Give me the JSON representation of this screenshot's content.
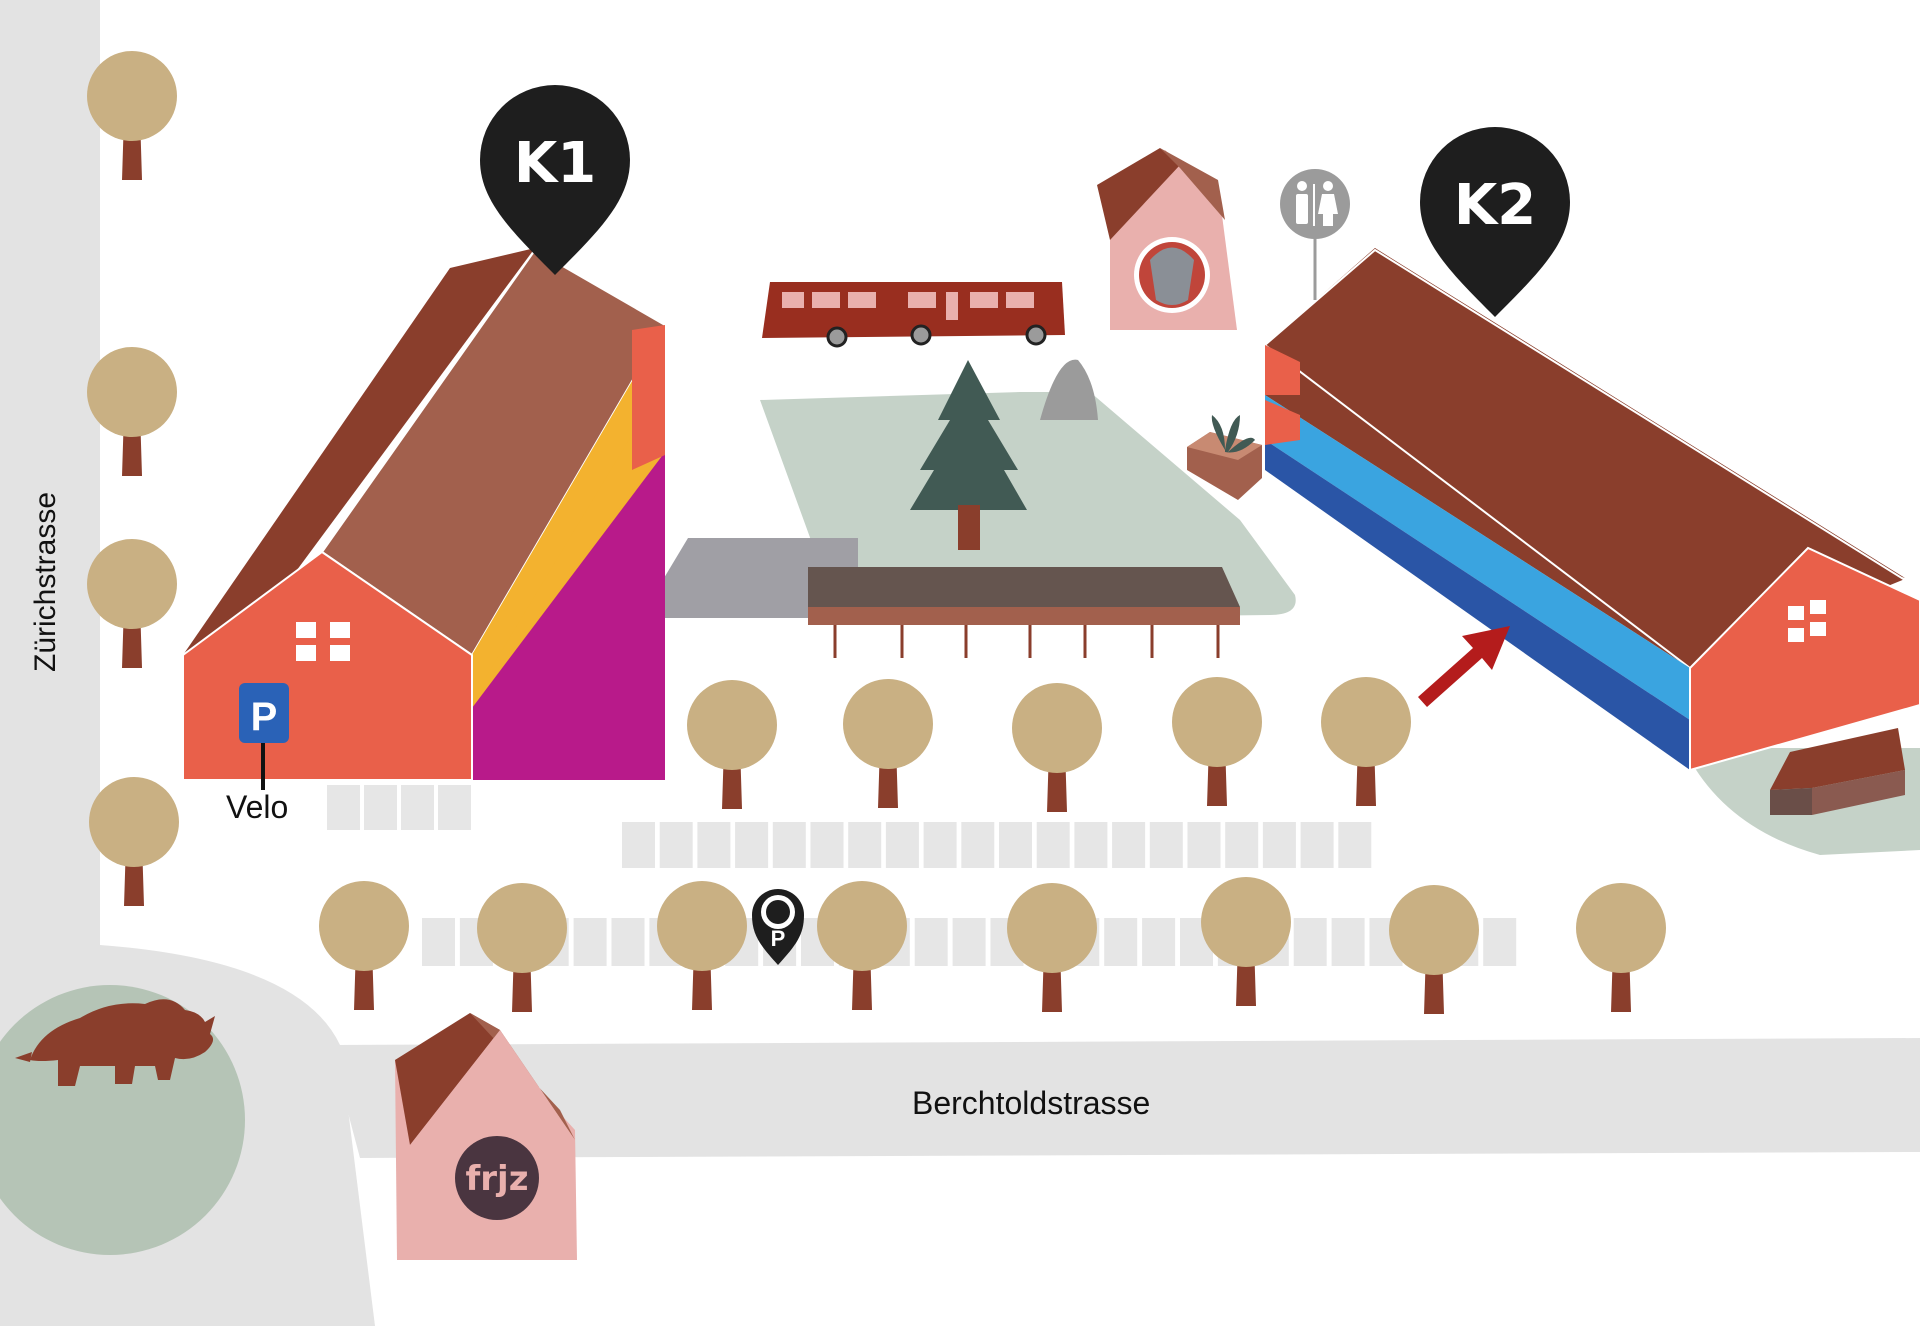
{
  "labels": {
    "street_west": "Zürichstrasse",
    "street_south": "Berchtoldstrasse",
    "bike_parking": "Velo",
    "building_k1": "K1",
    "building_k2": "K2",
    "frjz_logo": "frjz",
    "parking_sign": "P",
    "meter_sign": "P"
  },
  "icons": {
    "location_pins": "map-pin-icon",
    "parking": "parking-sign-icon",
    "parking_meter": "parking-meter-icon",
    "toilets": "toilet-icon",
    "arrow": "direction-arrow-icon",
    "rhino": "rhino-icon",
    "bus": "bus-icon",
    "tree": "tree-icon"
  },
  "colors": {
    "road": "#e3e3e3",
    "building_wall": "#e9604a",
    "roof_dark": "#8a3e2c",
    "roof_light": "#a2604d",
    "pin": "#1e1e1e",
    "tree_crown": "#c9b083",
    "tree_trunk": "#8a3e2c",
    "green_area": "#c5d2c8",
    "k1_stripe_yellow": "#f3b22f",
    "k1_stripe_magenta": "#b81a8a",
    "k2_stripe_light_blue": "#3aa4e0",
    "k2_stripe_dark_blue": "#2a55a6",
    "parking_blue": "#2a62b7",
    "arrow_red": "#b41c1c",
    "frjz_house": "#e9b0ad"
  }
}
